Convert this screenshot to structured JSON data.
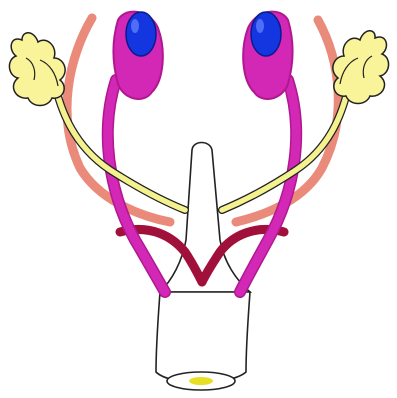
{
  "diagram": {
    "colors": {
      "background": "#ffffff",
      "outline": "#222222",
      "testis_tubes": "#d327b6",
      "testis_tubes_dark": "#b0188f",
      "blue_bodies": "#1336e0",
      "blue_highlight": "#6a86ff",
      "salmon_vessel": "#e98a7a",
      "maroon_vessel": "#a0103a",
      "yellow_ducts": "#f4f28f",
      "yellow_gland": "#f9f39a",
      "central_organ": "#ffffff",
      "yellow_opening": "#e6df24"
    },
    "parts": [
      {
        "name": "left-gland",
        "icon": "lumpy-gland"
      },
      {
        "name": "right-gland",
        "icon": "lumpy-gland"
      },
      {
        "name": "left-testis",
        "icon": "oval-body"
      },
      {
        "name": "right-testis",
        "icon": "oval-body"
      },
      {
        "name": "central-organ",
        "icon": "vase-shape"
      },
      {
        "name": "opening",
        "icon": "yellow-ellipse"
      }
    ]
  }
}
